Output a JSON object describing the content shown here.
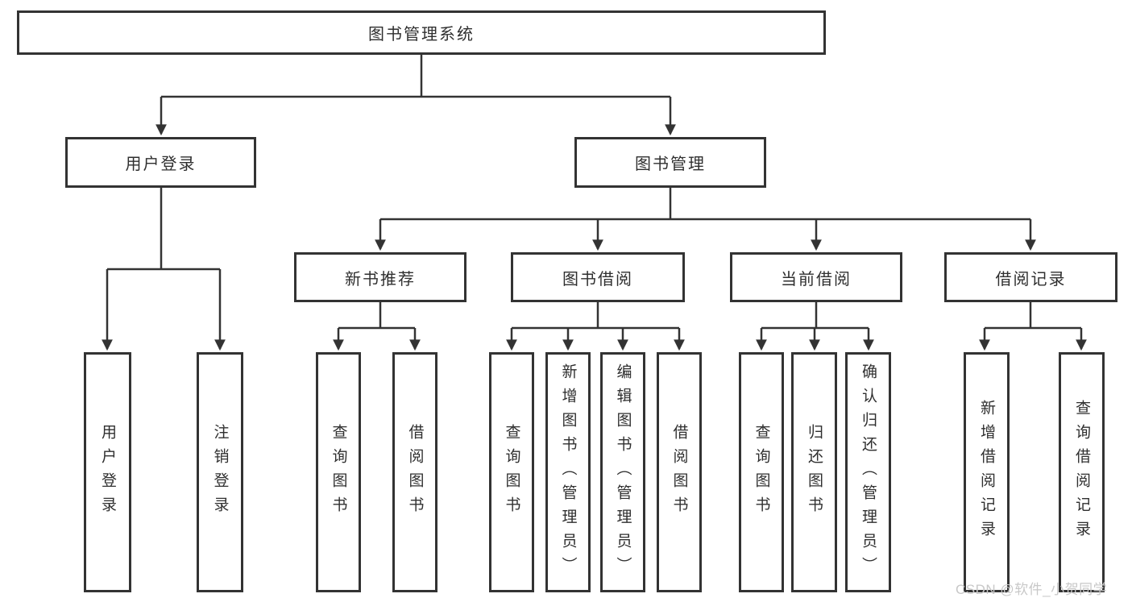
{
  "diagram_type": "function-structure-tree",
  "colors": {
    "line": "#333333",
    "box_border": "#333333",
    "box_fill": "#ffffff",
    "text": "#2f2f2f",
    "watermark": "#c8c8c8",
    "background": "#ffffff"
  },
  "watermark": "CSDN @软件_小贺同学",
  "tree": {
    "label": "图书管理系统",
    "children": [
      {
        "label": "用户登录",
        "children": [
          {
            "label": "用户登录"
          },
          {
            "label": "注销登录"
          }
        ]
      },
      {
        "label": "图书管理",
        "children": [
          {
            "label": "新书推荐",
            "children": [
              {
                "label": "查询图书"
              },
              {
                "label": "借阅图书"
              }
            ]
          },
          {
            "label": "图书借阅",
            "children": [
              {
                "label": "查询图书"
              },
              {
                "label": "新增图书（管理员）"
              },
              {
                "label": "编辑图书（管理员）"
              },
              {
                "label": "借阅图书"
              }
            ]
          },
          {
            "label": "当前借阅",
            "children": [
              {
                "label": "查询图书"
              },
              {
                "label": "归还图书"
              },
              {
                "label": "确认归还（管理员）"
              }
            ]
          },
          {
            "label": "借阅记录",
            "children": [
              {
                "label": "新增借阅记录"
              },
              {
                "label": "查询借阅记录"
              }
            ]
          }
        ]
      }
    ]
  }
}
